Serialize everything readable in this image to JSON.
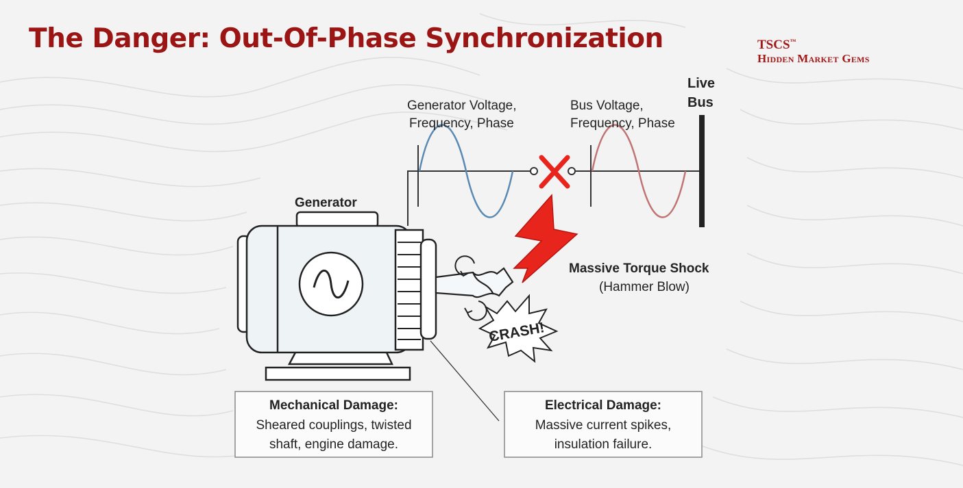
{
  "title": "The Danger: Out-Of-Phase Synchronization",
  "brand": {
    "name": "TSCS",
    "mark": "™",
    "tagline": "Hidden Market Gems"
  },
  "colors": {
    "title": "#9b1515",
    "generator_wave": "#5a8ab3",
    "bus_wave": "#c07474",
    "shock": "#e8251c",
    "outline": "#222222",
    "machine_fill": "#eef3f6"
  },
  "diagram": {
    "generator_label": "Generator",
    "generator_wave_label": [
      "Generator Voltage,",
      "Frequency, Phase"
    ],
    "bus_wave_label": [
      "Bus Voltage,",
      "Frequency, Phase"
    ],
    "live_bus_label": [
      "Live",
      "Bus"
    ],
    "shock_label": "Massive Torque Shock",
    "shock_sublabel": "(Hammer Blow)",
    "crash_label": "CRASH!",
    "mechanical": {
      "title": "Mechanical Damage:",
      "lines": [
        "Sheared couplings, twisted",
        "shaft, engine damage."
      ]
    },
    "electrical": {
      "title": "Electrical Damage:",
      "lines": [
        "Massive current spikes,",
        "insulation failure."
      ]
    }
  }
}
